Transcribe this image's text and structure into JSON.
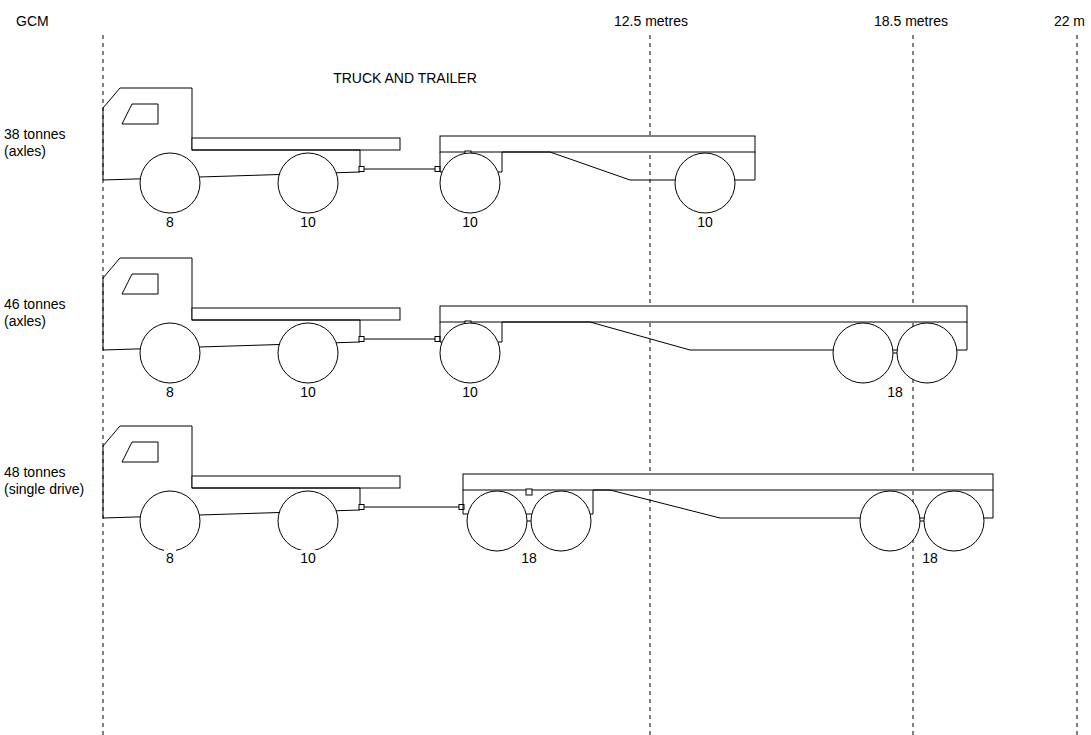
{
  "diagram": {
    "title": "TRUCK AND TRAILER",
    "labels": [
      "GCM",
      "12.5 metres",
      "18.5 metres",
      "22 m",
      "38 tonnes (axles)",
      "8",
      "10",
      "10",
      "10",
      "46 tonnes (axles)",
      "8",
      "10",
      "10",
      "18",
      "48 tonnes (single drive)",
      "8",
      "10",
      "18",
      "18"
    ]
  }
}
